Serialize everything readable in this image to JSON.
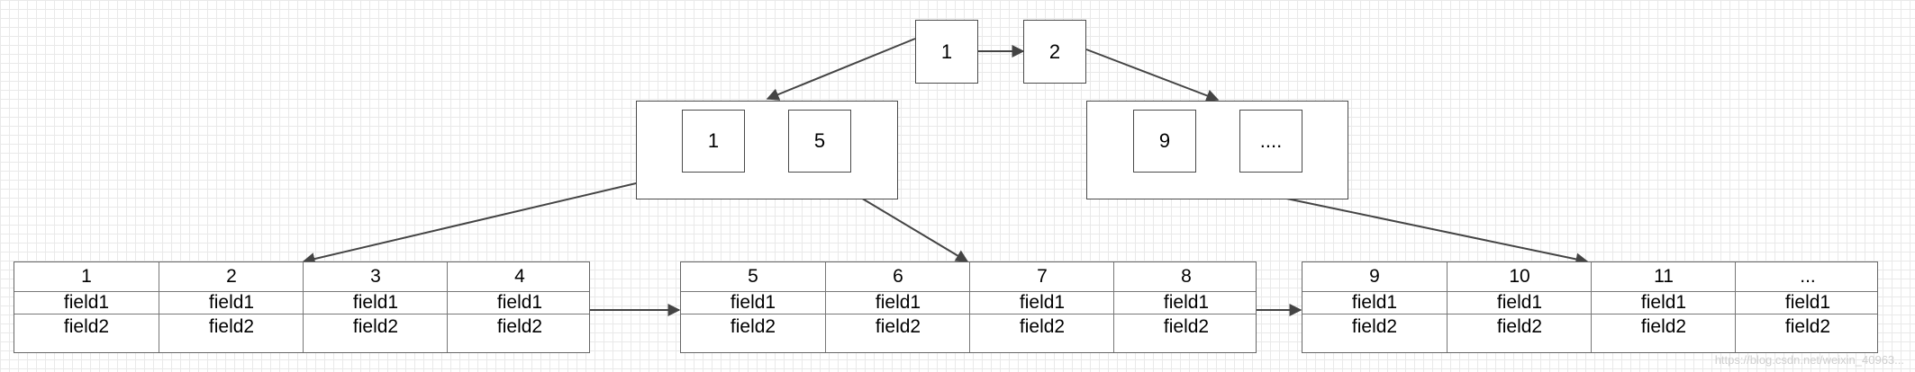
{
  "root": {
    "keys": [
      "1",
      "2"
    ]
  },
  "internal": [
    {
      "keys": [
        "1",
        "5"
      ]
    },
    {
      "keys": [
        "9",
        "...."
      ]
    }
  ],
  "leaves": [
    {
      "columns": [
        {
          "key": "1",
          "field1": "field1",
          "field2": "field2"
        },
        {
          "key": "2",
          "field1": "field1",
          "field2": "field2"
        },
        {
          "key": "3",
          "field1": "field1",
          "field2": "field2"
        },
        {
          "key": "4",
          "field1": "field1",
          "field2": "field2"
        }
      ]
    },
    {
      "columns": [
        {
          "key": "5",
          "field1": "field1",
          "field2": "field2"
        },
        {
          "key": "6",
          "field1": "field1",
          "field2": "field2"
        },
        {
          "key": "7",
          "field1": "field1",
          "field2": "field2"
        },
        {
          "key": "8",
          "field1": "field1",
          "field2": "field2"
        }
      ]
    },
    {
      "columns": [
        {
          "key": "9",
          "field1": "field1",
          "field2": "field2"
        },
        {
          "key": "10",
          "field1": "field1",
          "field2": "field2"
        },
        {
          "key": "11",
          "field1": "field1",
          "field2": "field2"
        },
        {
          "key": "...",
          "field1": "field1",
          "field2": "field2"
        }
      ]
    }
  ],
  "watermark": "https://blog.csdn.net/weixin_40963...",
  "colors": {
    "line": "#444444",
    "grid": "#e9e9e9",
    "border": "#4a4a4a"
  }
}
